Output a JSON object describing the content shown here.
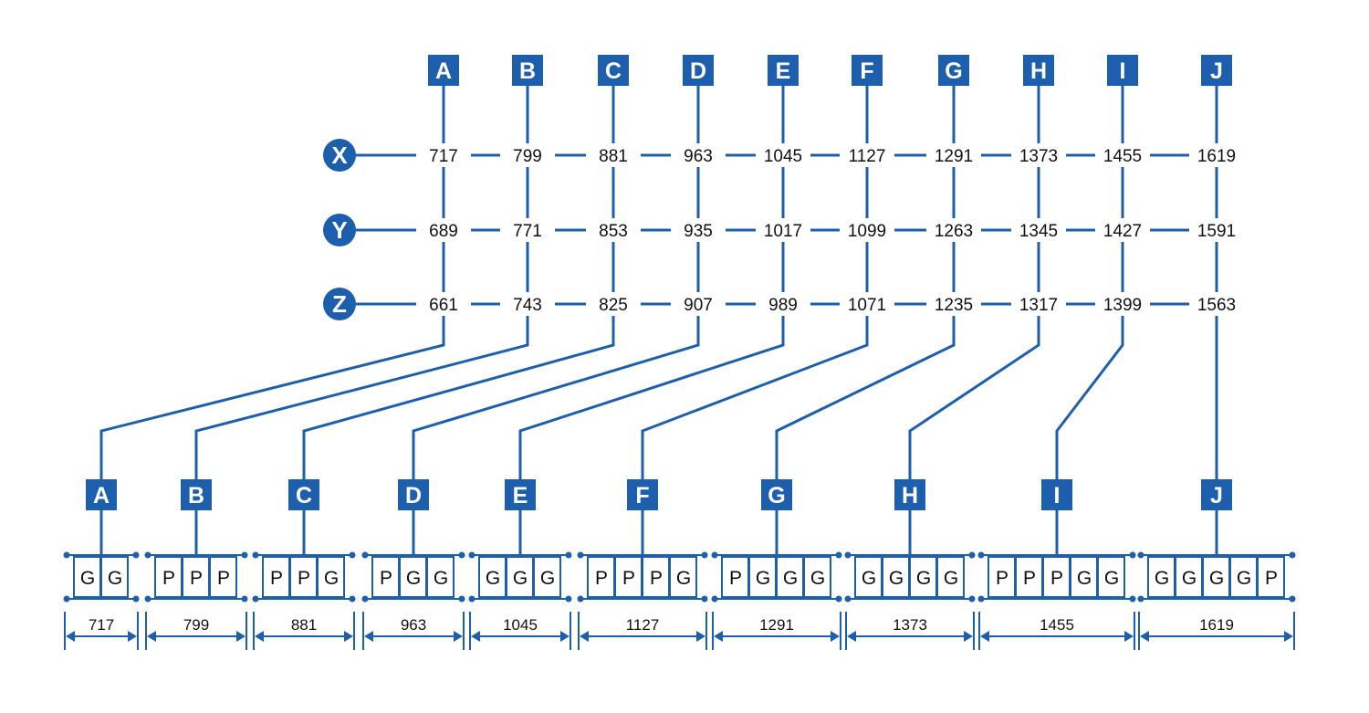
{
  "colors": {
    "accent": "#1e5fad",
    "text": "#111111",
    "background": "#ffffff"
  },
  "columns": [
    "A",
    "B",
    "C",
    "D",
    "E",
    "F",
    "G",
    "H",
    "I",
    "J"
  ],
  "rows": [
    {
      "label": "X",
      "values": [
        "717",
        "799",
        "881",
        "963",
        "1045",
        "1127",
        "1291",
        "1373",
        "1455",
        "1619"
      ]
    },
    {
      "label": "Y",
      "values": [
        "689",
        "771",
        "853",
        "935",
        "1017",
        "1099",
        "1263",
        "1345",
        "1427",
        "1591"
      ]
    },
    {
      "label": "Z",
      "values": [
        "661",
        "743",
        "825",
        "907",
        "989",
        "1071",
        "1235",
        "1317",
        "1399",
        "1563"
      ]
    }
  ],
  "groups": [
    {
      "label": "A",
      "cells": [
        "G",
        "G"
      ],
      "width": "717"
    },
    {
      "label": "B",
      "cells": [
        "P",
        "P",
        "P"
      ],
      "width": "799"
    },
    {
      "label": "C",
      "cells": [
        "P",
        "P",
        "G"
      ],
      "width": "881"
    },
    {
      "label": "D",
      "cells": [
        "P",
        "G",
        "G"
      ],
      "width": "963"
    },
    {
      "label": "E",
      "cells": [
        "G",
        "G",
        "G"
      ],
      "width": "1045"
    },
    {
      "label": "F",
      "cells": [
        "P",
        "P",
        "P",
        "G"
      ],
      "width": "1127"
    },
    {
      "label": "G",
      "cells": [
        "P",
        "G",
        "G",
        "G"
      ],
      "width": "1291"
    },
    {
      "label": "H",
      "cells": [
        "G",
        "G",
        "G",
        "G"
      ],
      "width": "1373"
    },
    {
      "label": "I",
      "cells": [
        "P",
        "P",
        "P",
        "G",
        "G"
      ],
      "width": "1455"
    },
    {
      "label": "J",
      "cells": [
        "G",
        "G",
        "G",
        "G",
        "P"
      ],
      "width": "1619"
    }
  ]
}
